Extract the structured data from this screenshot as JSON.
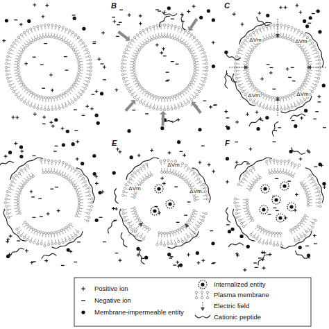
{
  "diagram": {
    "labels": [
      "B",
      "C",
      "E",
      "F",
      "ΔVm",
      "ΔVm",
      "ΔVm",
      "ΔVm",
      "ΔVm",
      "ΔVm",
      "ΔVm"
    ],
    "legend": [
      {
        "text": "Positive ion"
      },
      {
        "text": "Negative ion"
      },
      {
        "text": "Membrane-impermeable entity"
      },
      {
        "text": "Internalized entity"
      },
      {
        "text": "Plasma membrane"
      },
      {
        "text": "Electric field"
      },
      {
        "text": "Cationic peptide"
      }
    ]
  }
}
